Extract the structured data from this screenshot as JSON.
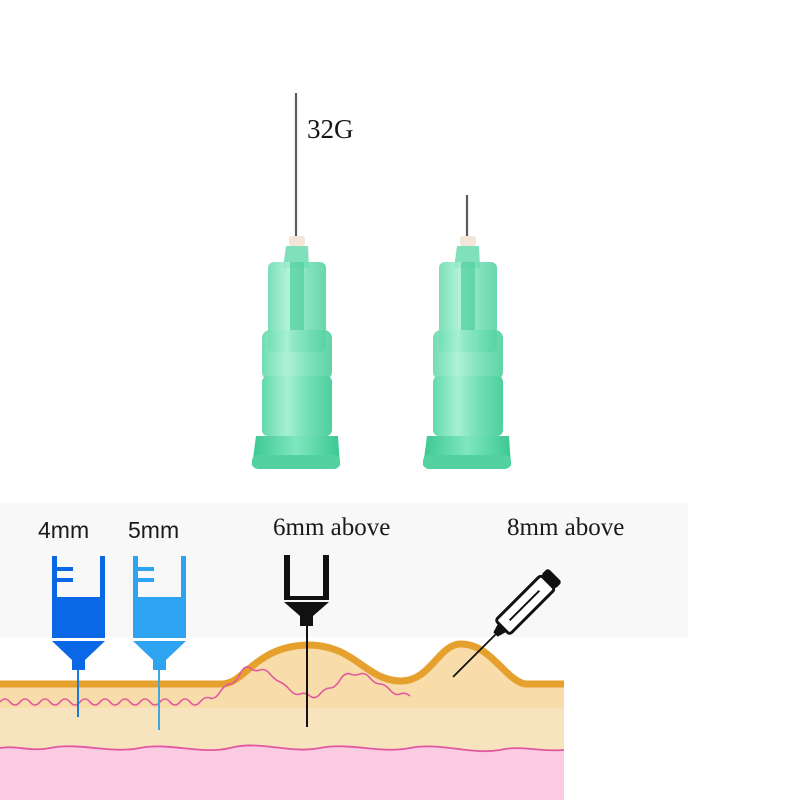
{
  "product": {
    "gauge_label": "32G",
    "needle_color": "#5fd9a8",
    "needles": [
      {
        "name": "long-needle"
      },
      {
        "name": "short-needle"
      }
    ]
  },
  "diagram": {
    "labels": [
      {
        "text": "4mm",
        "color": "#0a68e6"
      },
      {
        "text": "5mm",
        "color": "#2ea3f2"
      },
      {
        "text": "6mm above",
        "color": "#111111"
      },
      {
        "text": "8mm above",
        "color": "#111111"
      }
    ],
    "colors": {
      "epidermis": "#e5a02e",
      "dermis": "#f8dcaa",
      "fat": "#f7e3bd",
      "muscle": "#fbcbe2",
      "pink_wave": "#e2589e"
    }
  }
}
